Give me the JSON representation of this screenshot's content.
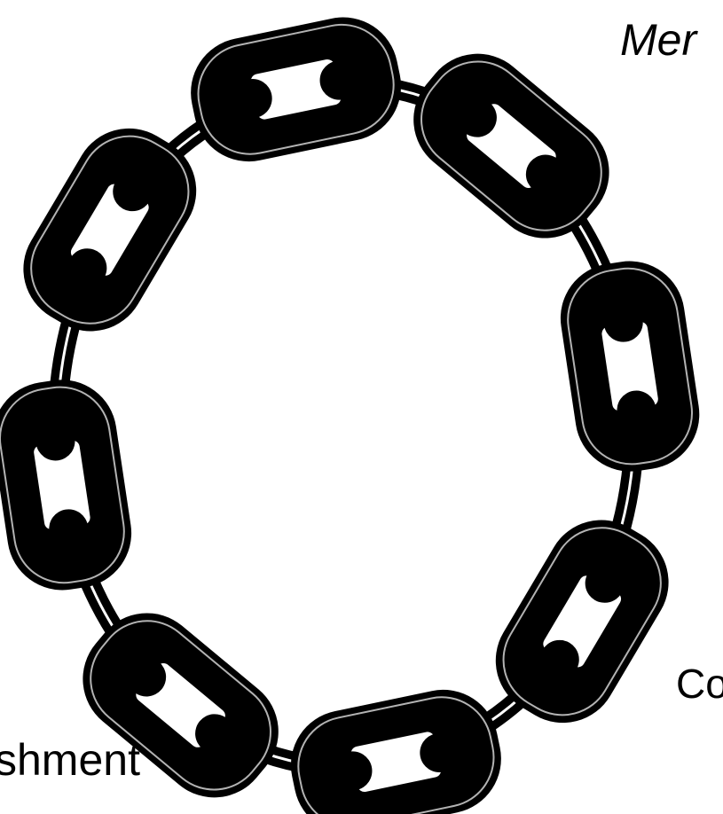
{
  "labels": {
    "top_partial": "Mer",
    "right_partial": "Co",
    "bottom_partial": "shment"
  },
  "chain": {
    "icon": "chain-ring-icon",
    "link_count": 8,
    "color": "#000000",
    "background": "#ffffff"
  }
}
